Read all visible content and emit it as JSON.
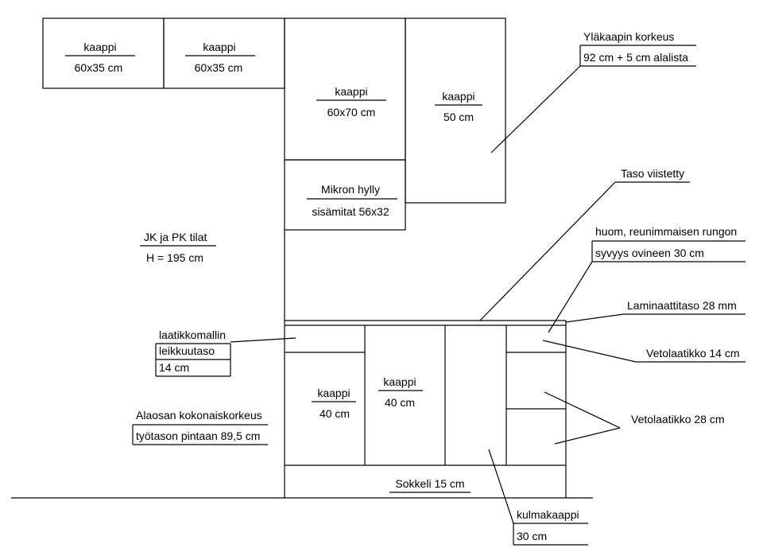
{
  "upper": {
    "cab1": {
      "name": "kaappi",
      "size": "60x35 cm"
    },
    "cab2": {
      "name": "kaappi",
      "size": "60x35 cm"
    },
    "cab3": {
      "name": "kaappi",
      "size": "60x70 cm"
    },
    "cab4": {
      "name": "kaappi",
      "size": "50 cm"
    },
    "micro": {
      "name": "Mikron hylly",
      "size": "sisämitat 56x32"
    }
  },
  "labels": {
    "upper_height": {
      "line1": "Yläkaapin korkeus",
      "line2": "92 cm + 5 cm alalista"
    },
    "bevel": "Taso viistetty",
    "note": {
      "line1": "huom, reunimmaisen rungon",
      "line2": "syvyys ovineen 30 cm"
    },
    "laminate": "Laminaattitaso 28 mm",
    "drawer14": "Vetolaatikko 14 cm",
    "drawer28": "Vetolaatikko 28 cm",
    "fridge": {
      "line1": "JK ja PK tilat",
      "line2": "H = 195 cm"
    },
    "cutlery": {
      "line1": "laatikkomallin",
      "line2": "leikkuutaso",
      "line3": "14 cm"
    },
    "lower_height": {
      "line1": "Alaosan kokonaiskorkeus",
      "line2": "työtason pintaan 89,5 cm"
    },
    "corner": {
      "line1": "kulmakaappi",
      "line2": "30 cm"
    }
  },
  "lower": {
    "cab1": {
      "name": "kaappi",
      "size": "40 cm"
    },
    "cab2": {
      "name": "kaappi",
      "size": "40 cm"
    },
    "plinth": "Sokkeli 15 cm"
  }
}
